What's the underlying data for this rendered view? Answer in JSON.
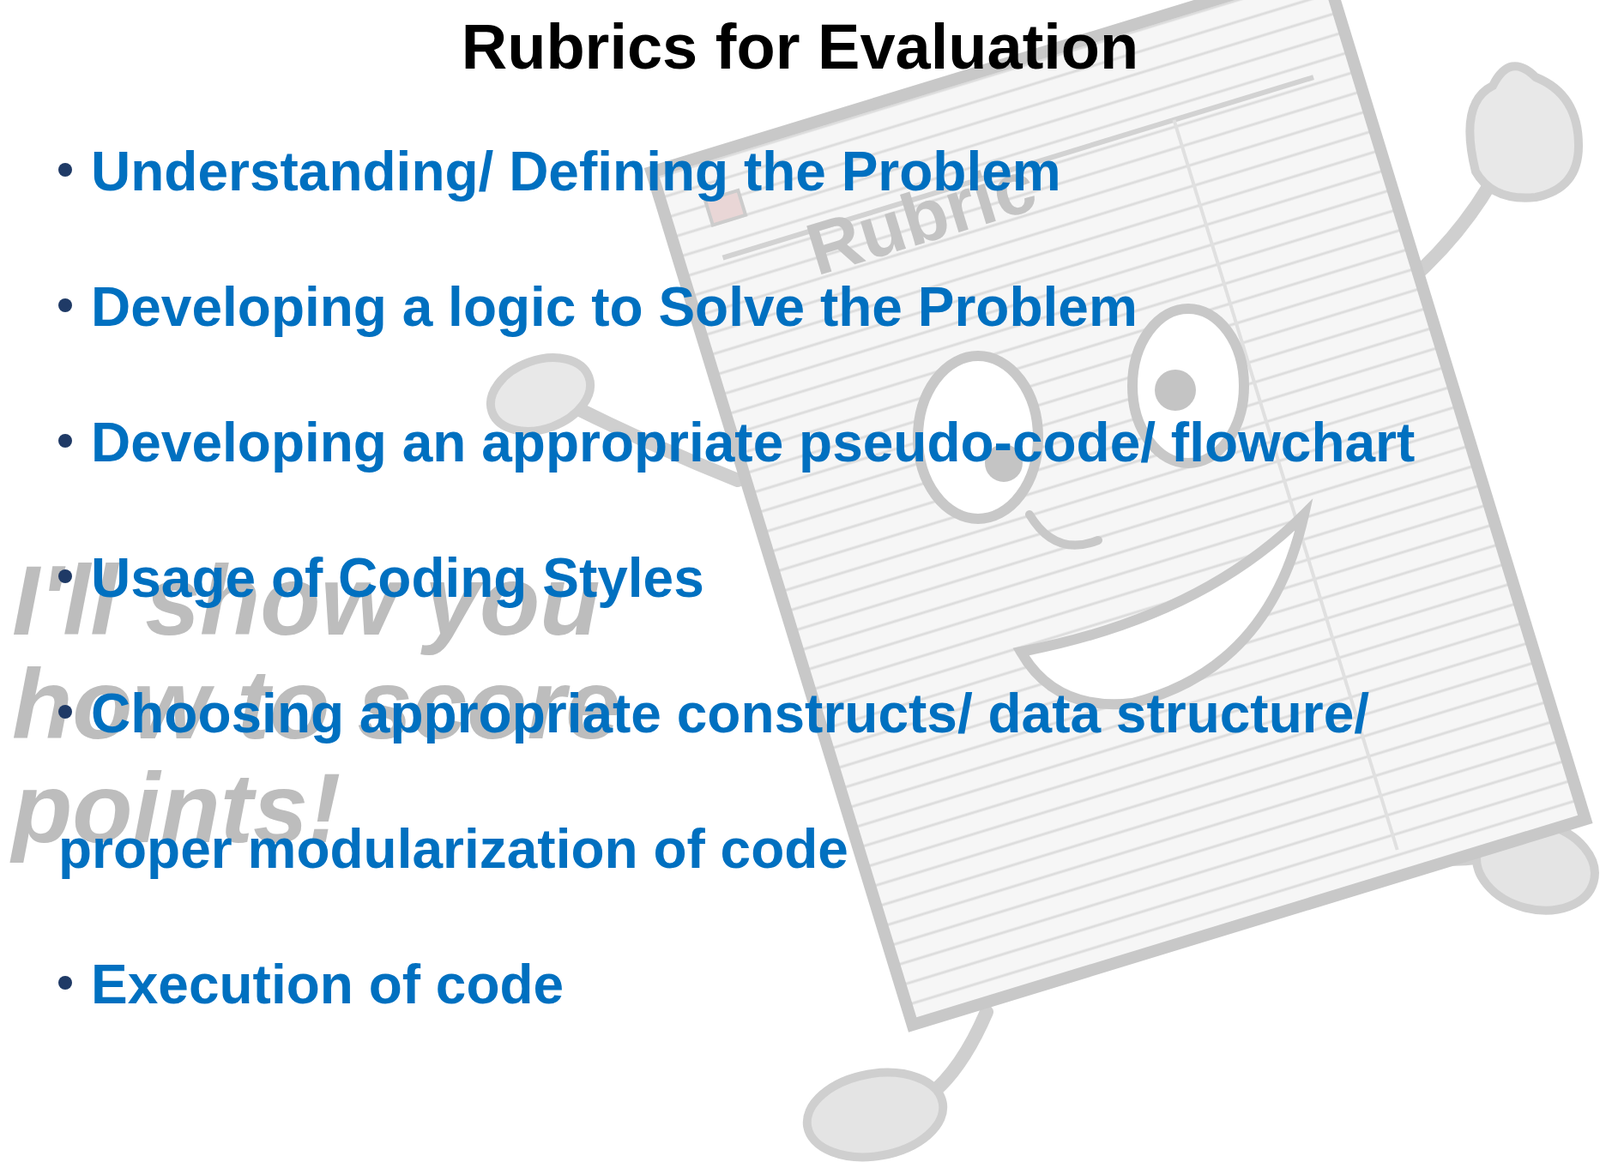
{
  "diagram": {
    "title": "Rubrics for Evaluation",
    "labels": [
      "Understanding/ Defining the Problem",
      "Developing a logic to Solve the Problem",
      "Developing an appropriate pseudo-code/ flowchart",
      "Usage of Coding Styles",
      "Choosing appropriate constructs/ data structure/ proper modularization of code",
      "Execution of code",
      "Rubric",
      "I'll show you how to score points!"
    ]
  }
}
